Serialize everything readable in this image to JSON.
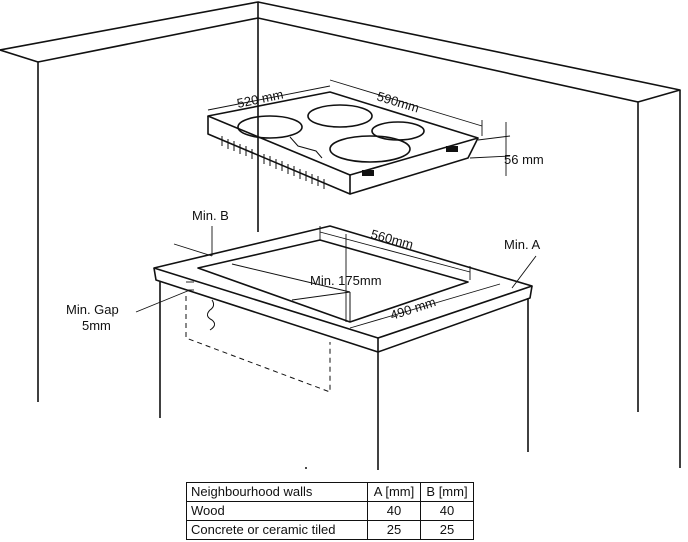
{
  "labels": {
    "width_top": "590mm",
    "depth_top": "520 mm",
    "height": "56 mm",
    "cutout_width": "560mm",
    "cutout_depth": "490 mm",
    "min_depth": "Min. 175mm",
    "min_a": "Min. A",
    "min_b": "Min. B",
    "min_gap_line1": "Min. Gap",
    "min_gap_line2": "5mm"
  },
  "table": {
    "headers": [
      "Neighbourhood walls",
      "A [mm]",
      "B [mm]"
    ],
    "rows": [
      [
        "Wood",
        "40",
        "40"
      ],
      [
        "Concrete or ceramic tiled",
        "25",
        "25"
      ]
    ]
  }
}
